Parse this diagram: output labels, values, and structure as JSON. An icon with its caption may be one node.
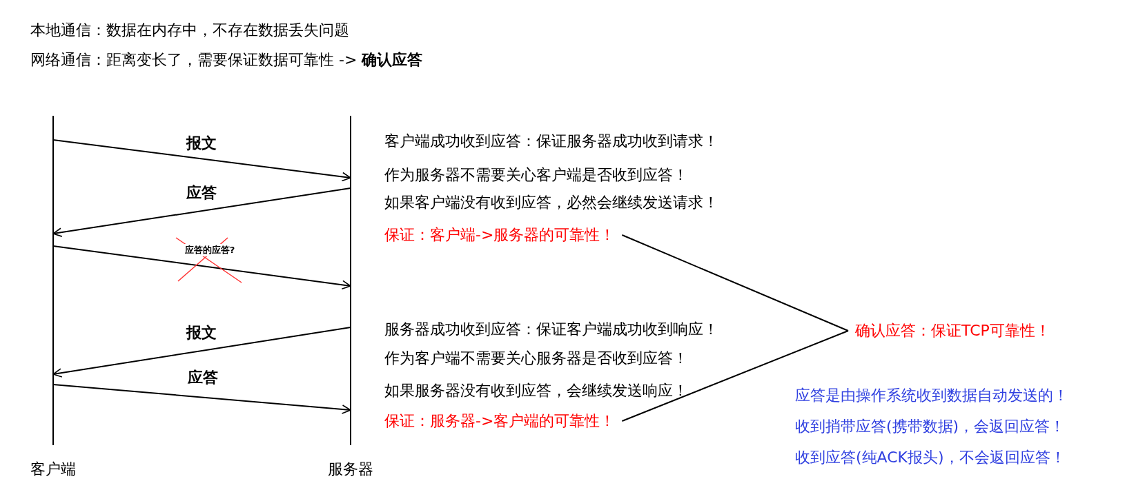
{
  "diagram": {
    "nodes": [
      {
        "text": [
          "客户端"
        ]
      },
      {
        "text": [
          "服务器"
        ]
      },
      {
        "text": [
          "保证：客户端->服务器的可靠性！"
        ]
      },
      {
        "text": [
          "保证：服务器->客户端的可靠性！"
        ]
      },
      {
        "text": [
          "确认应答：保证TCP可靠性！"
        ]
      }
    ],
    "edges": [
      {
        "from": 0,
        "to": 1,
        "arrow": "to",
        "label": "报文"
      },
      {
        "from": 1,
        "to": 0,
        "arrow": "to",
        "label": "应答"
      },
      {
        "from": 0,
        "to": 1,
        "arrow": "to",
        "label": "应答的应答?"
      },
      {
        "from": 1,
        "to": 0,
        "arrow": "to",
        "label": "报文"
      },
      {
        "from": 0,
        "to": 1,
        "arrow": "to",
        "label": "应答"
      },
      {
        "from": 2,
        "to": 4,
        "arrow": "none"
      },
      {
        "from": 3,
        "to": 4,
        "arrow": "none"
      }
    ],
    "labels": [
      "本地通信：数据在内存中，不存在数据丢失问题",
      "网络通信：距离变长了，需要保证数据可靠性 -> **确认应答**",
      "客户端成功收到应答：保证服务器成功收到请求！",
      "作为服务器不需要关心客户端是否收到应答！",
      "如果客户端没有收到应答，必然会继续发送请求！",
      "服务器成功收到应答：保证客户端成功收到响应！",
      "作为客户端不需要关心服务器是否收到应答！",
      "如果服务器没有收到应答，会继续发送响应！",
      "应答是由操作系统收到数据自动发送的！",
      "收到捎带应答(携带数据)，会返回应答！",
      "收到应答(纯ACK报头)，不会返回应答！"
    ]
  }
}
